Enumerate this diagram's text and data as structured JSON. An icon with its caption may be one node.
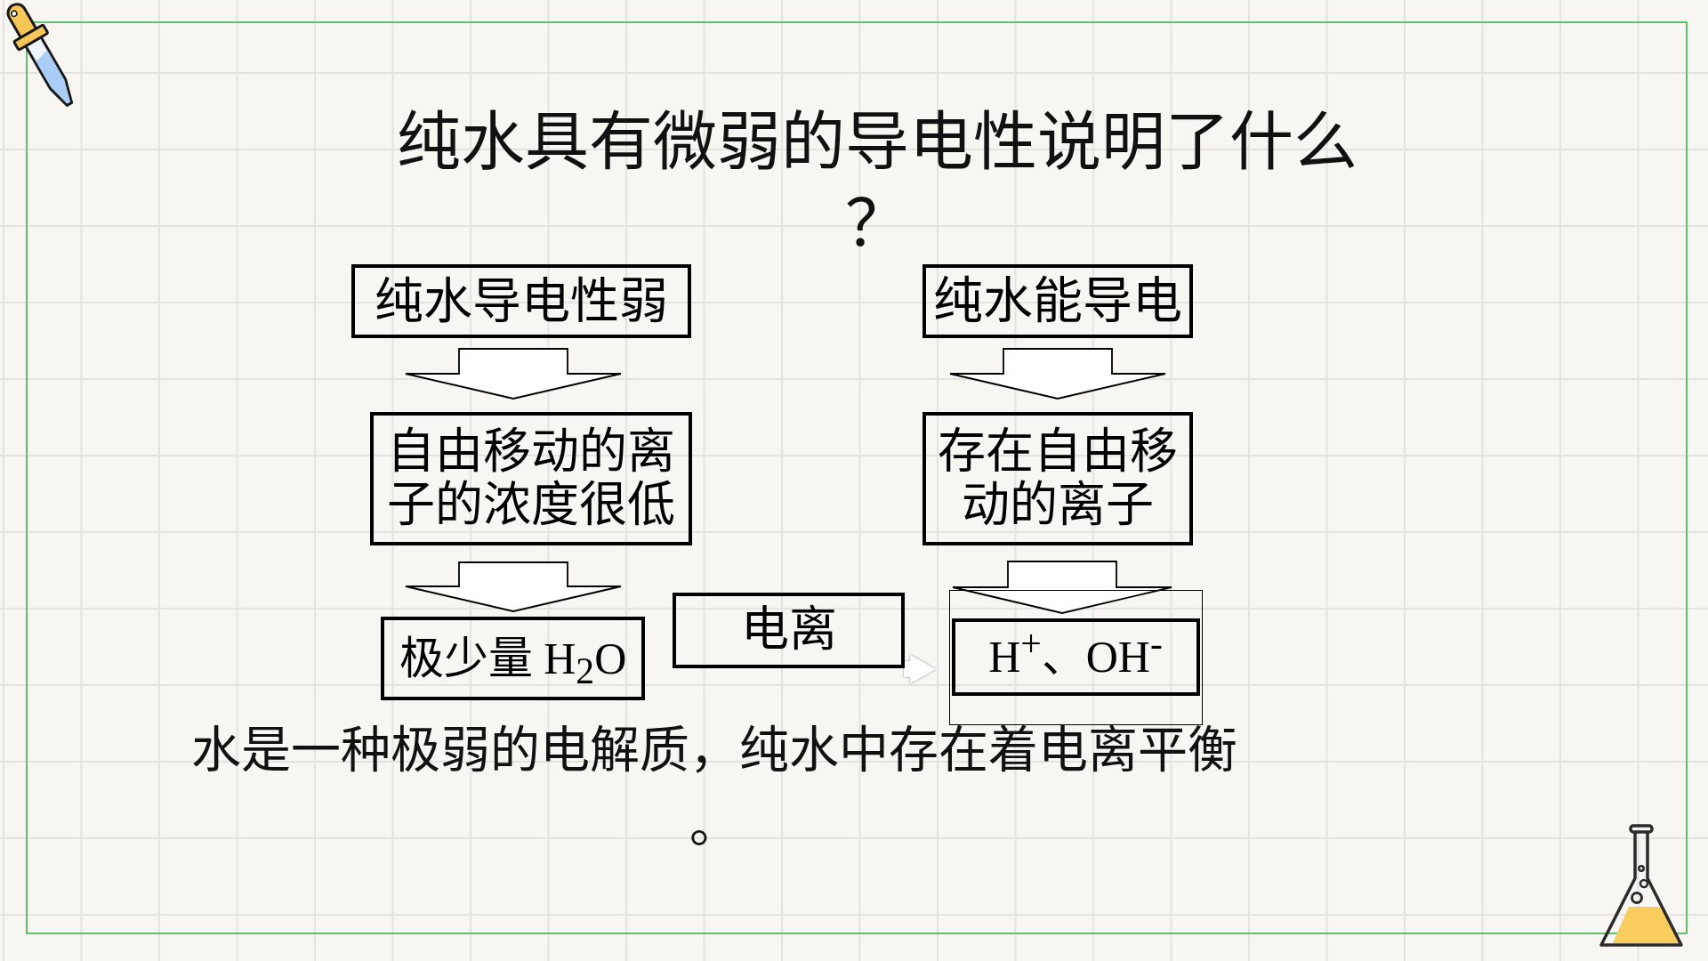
{
  "diagram": {
    "title": "纯水具有微弱的导电性说明了什么？",
    "nodes": [
      {
        "text": [
          "纯水导电性弱"
        ]
      },
      {
        "text": [
          "纯水能导电"
        ]
      },
      {
        "text": [
          "自由移动的离子的浓度很低"
        ]
      },
      {
        "text": [
          "存在自由移动的离子"
        ]
      },
      {
        "text": [
          "极少量 H$_{2}$O"
        ]
      },
      {
        "text": [
          "电离"
        ]
      },
      {
        "text": [],
        "shape": "box"
      },
      {
        "text": [
          "H$^{+}$、OH$^{-}$"
        ],
        "in": 6
      }
    ],
    "edges": [
      {
        "from": 0,
        "to": 2,
        "arrow": "to"
      },
      {
        "from": 1,
        "to": 3,
        "arrow": "to"
      },
      {
        "from": 2,
        "to": 4,
        "arrow": "to"
      },
      {
        "from": 3,
        "to": 7,
        "arrow": "to"
      },
      {
        "from": 5,
        "to": 7,
        "arrow": "to",
        "color": "#ffffff"
      }
    ],
    "labels": [
      "水是一种极弱的电解质，纯水中存在着电离平衡。"
    ]
  }
}
